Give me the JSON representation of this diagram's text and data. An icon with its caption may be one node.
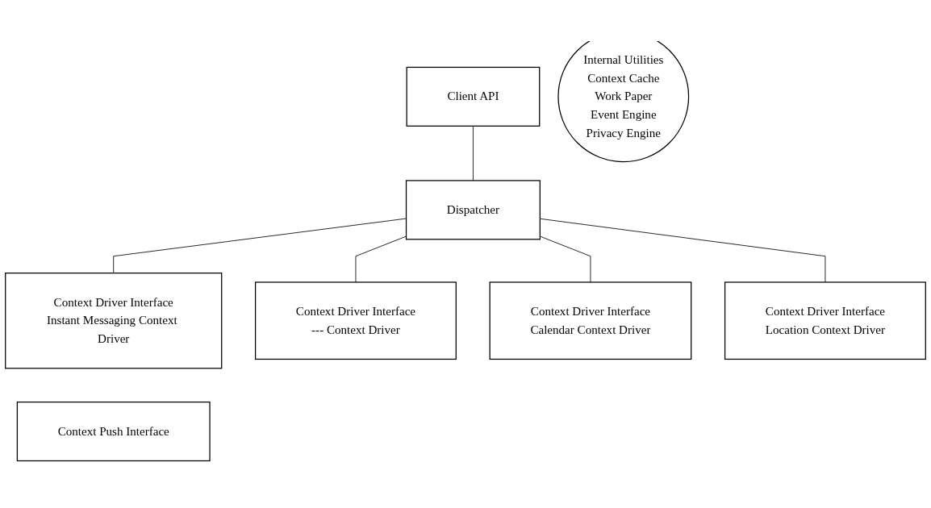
{
  "diagram": {
    "nodes": [
      {
        "text": [
          "Client API"
        ]
      },
      {
        "text": [
          "Dispatcher"
        ]
      },
      {
        "text": [
          "Context Driver Interface",
          "Instant Messaging Context Driver"
        ]
      },
      {
        "text": [
          "Context Driver Interface",
          "--- Context Driver"
        ]
      },
      {
        "text": [
          "Internal Utilities",
          "Context Cache",
          "Work Paper",
          "Event Engine",
          "Privacy Engine"
        ]
      },
      {
        "text": [
          "Context Driver Interface",
          "Calendar Context Driver"
        ]
      },
      {
        "text": [
          "Context Driver Interface",
          "Location Context Driver"
        ]
      },
      {
        "text": [
          "Context Push Interface"
        ]
      }
    ],
    "edges": [
      {
        "from": 0,
        "to": 1,
        "arrow": "none"
      },
      {
        "from": 1,
        "to": 2,
        "arrow": "none"
      },
      {
        "from": 1,
        "to": 3,
        "arrow": "none"
      },
      {
        "from": 1,
        "to": 5,
        "arrow": "none"
      },
      {
        "from": 1,
        "to": 6,
        "arrow": "none"
      }
    ]
  }
}
